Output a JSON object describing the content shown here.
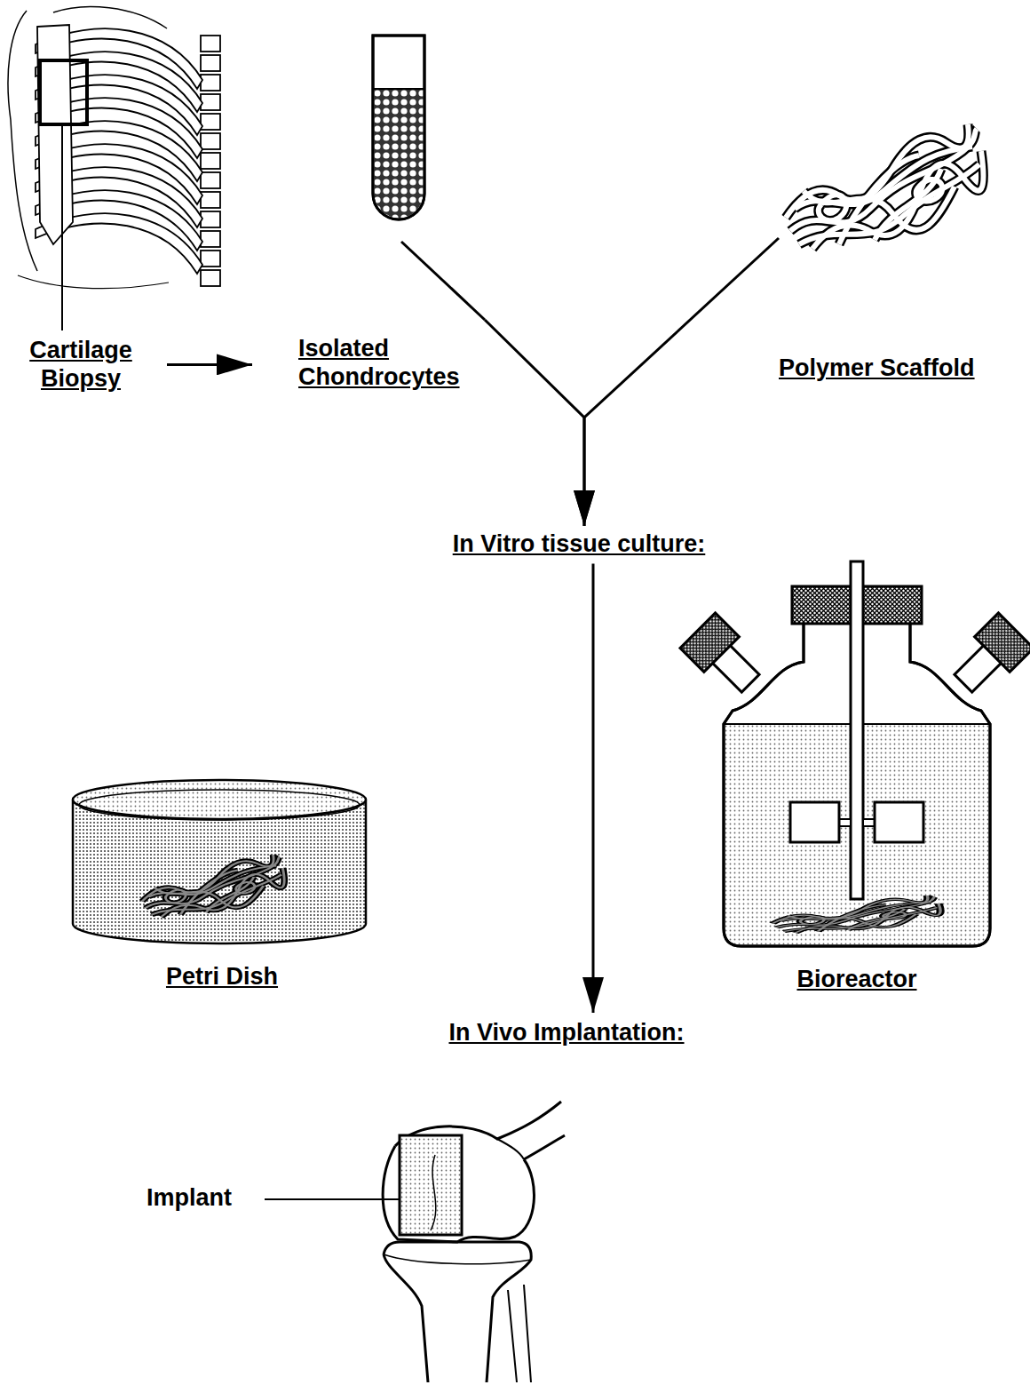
{
  "diagram": {
    "nodes": [
      {
        "text": [
          "Cartilage Biopsy"
        ]
      },
      {
        "text": [
          "Isolated Chondrocytes"
        ]
      },
      {
        "text": [
          "Polymer Scaffold"
        ]
      },
      {
        "text": [
          "In Vitro tissue culture:"
        ]
      },
      {
        "text": [
          "Petri Dish"
        ]
      },
      {
        "text": [
          "Bioreactor"
        ]
      },
      {
        "text": [
          "In Vivo Implantation:"
        ]
      }
    ],
    "edges": [
      {
        "from": 0,
        "to": 1,
        "arrow": "to"
      },
      {
        "from": 1,
        "to": 3,
        "arrow": "to"
      },
      {
        "from": 2,
        "to": 3,
        "arrow": "to"
      },
      {
        "from": 3,
        "to": 6,
        "arrow": "to"
      }
    ],
    "labels": [
      "Implant"
    ]
  }
}
